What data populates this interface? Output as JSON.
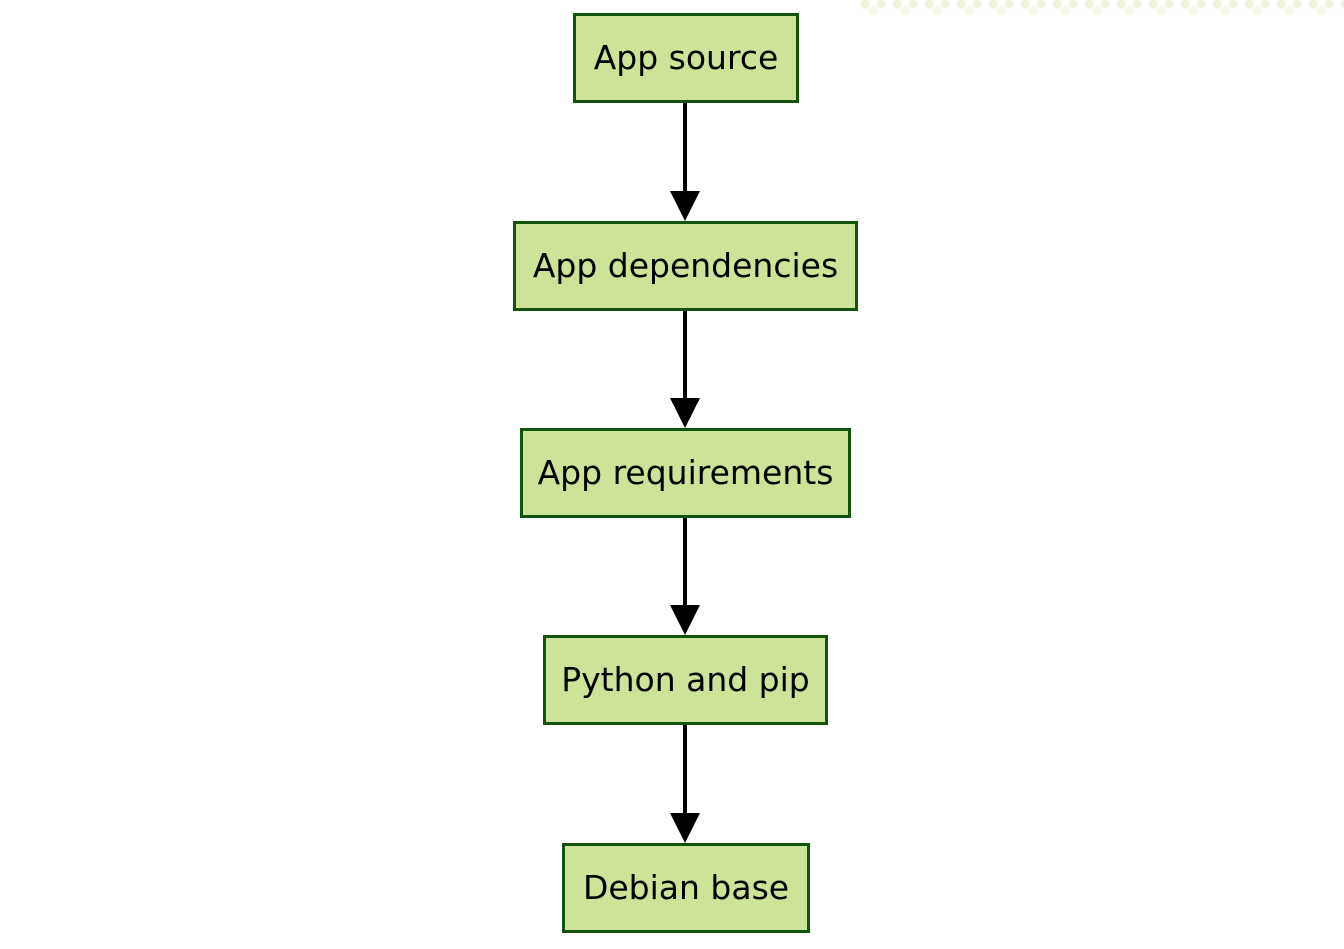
{
  "diagram": {
    "type": "flowchart",
    "direction": "top-to-bottom",
    "nodes": [
      {
        "label": "App source"
      },
      {
        "label": "App dependencies"
      },
      {
        "label": "App requirements"
      },
      {
        "label": "Python and pip"
      },
      {
        "label": "Debian base"
      }
    ],
    "edges": [
      {
        "from": "App source",
        "to": "App dependencies",
        "style": "solid-arrow-down"
      },
      {
        "from": "App dependencies",
        "to": "App requirements",
        "style": "solid-arrow-down"
      },
      {
        "from": "App requirements",
        "to": "Python and pip",
        "style": "solid-arrow-down"
      },
      {
        "from": "Python and pip",
        "to": "Debian base",
        "style": "solid-arrow-down"
      }
    ]
  },
  "colors": {
    "canvas_bg": "#ffffff",
    "node_fill": "#cde498",
    "node_border": "#13540c",
    "node_text": "#000000",
    "arrow": "#000000"
  }
}
